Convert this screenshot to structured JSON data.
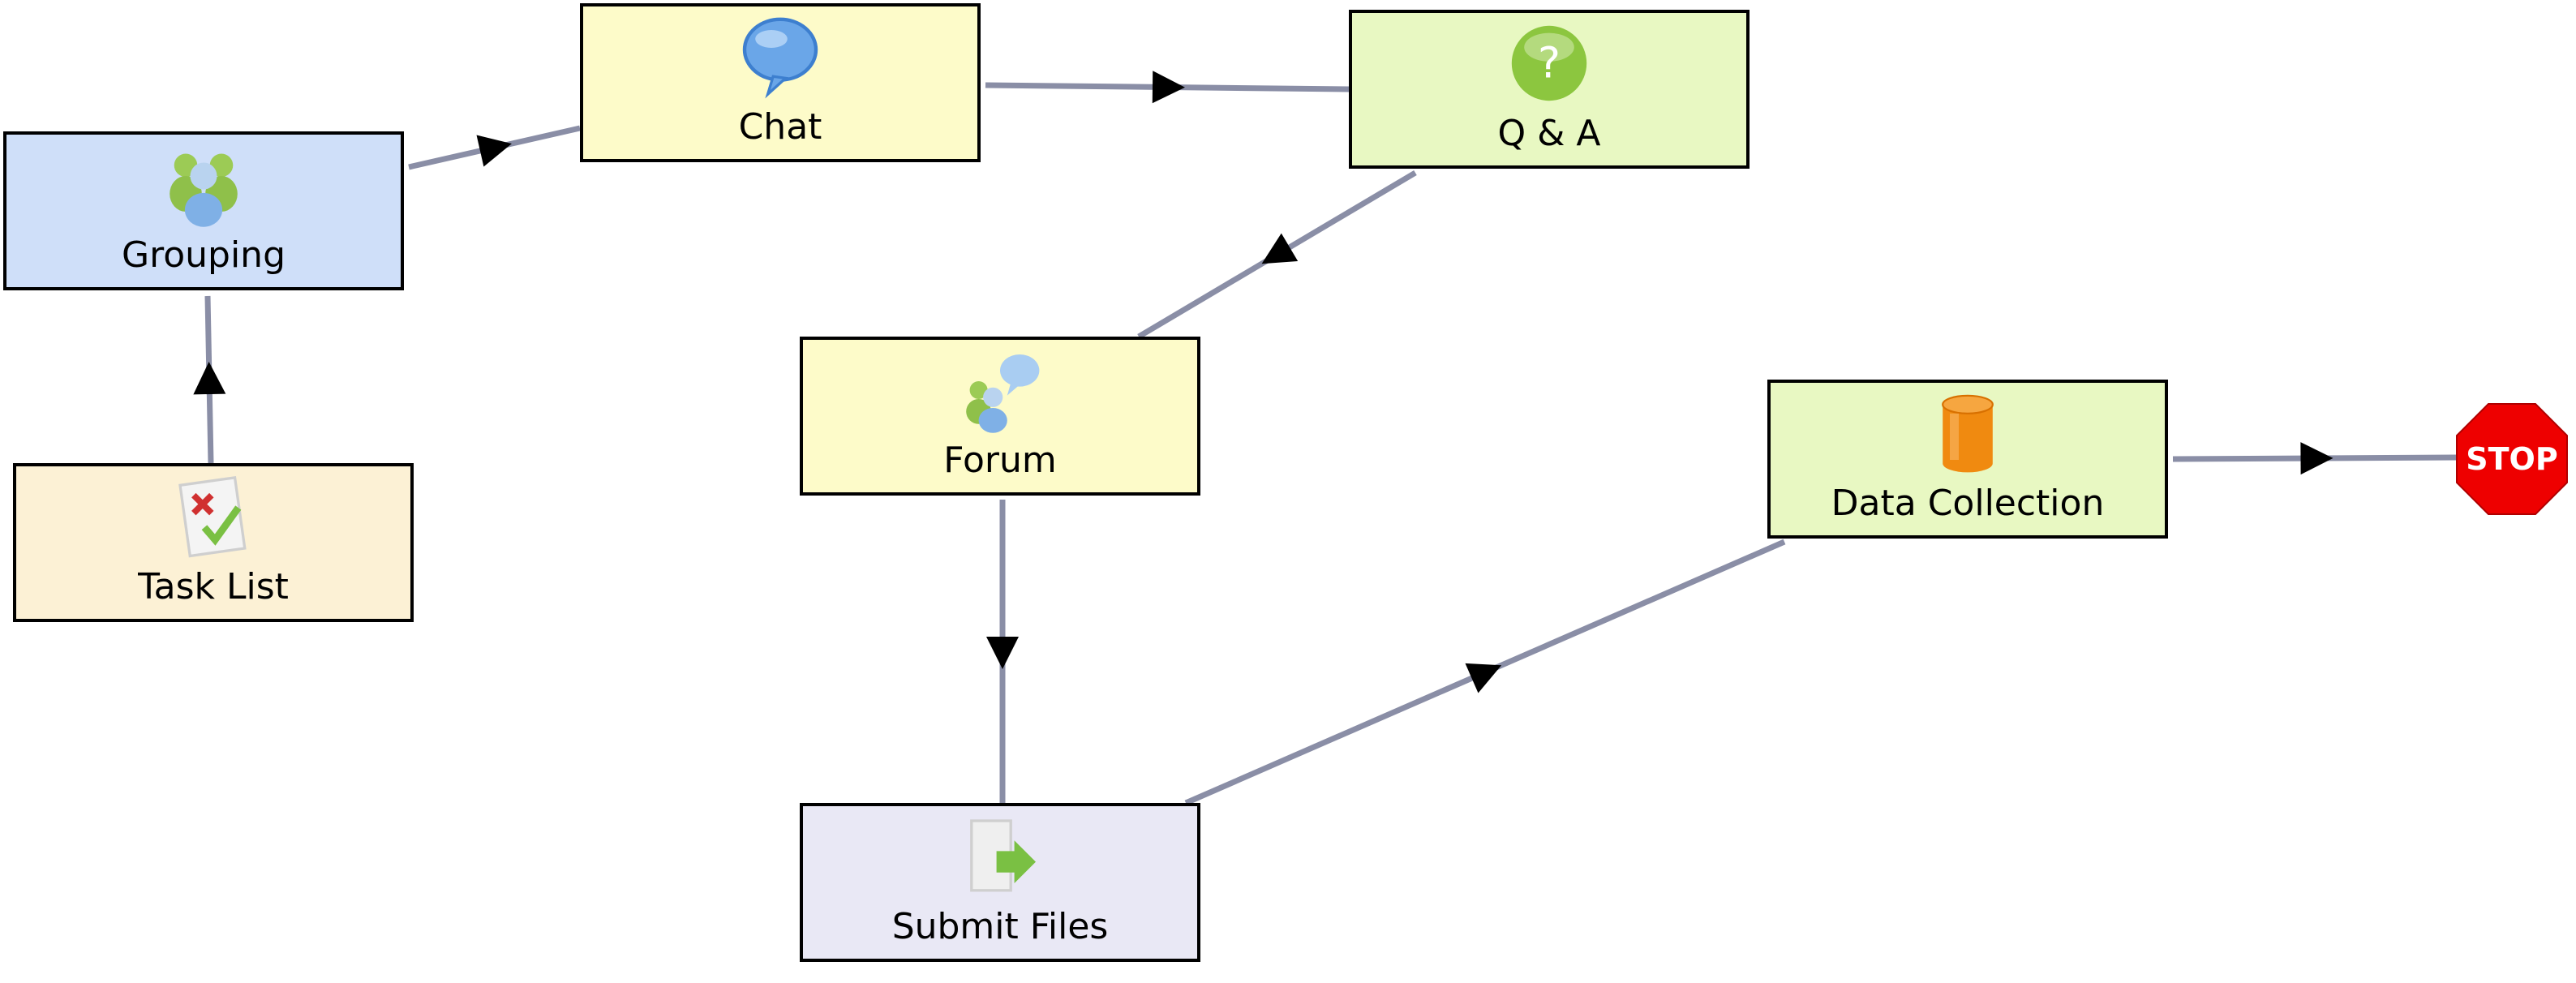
{
  "diagram": {
    "nodes": [
      {
        "id": "grouping",
        "label": "Grouping",
        "icon": "group-icon",
        "color": "#cfdff9"
      },
      {
        "id": "chat",
        "label": "Chat",
        "icon": "chat-bubble-icon",
        "color": "#fdfbc9"
      },
      {
        "id": "qa",
        "label": "Q & A",
        "icon": "question-icon",
        "color": "#e8f8c2"
      },
      {
        "id": "forum",
        "label": "Forum",
        "icon": "forum-icon",
        "color": "#fdfbc9"
      },
      {
        "id": "tasklist",
        "label": "Task List",
        "icon": "task-list-icon",
        "color": "#fcf1d5"
      },
      {
        "id": "datacollection",
        "label": "Data Collection",
        "icon": "database-icon",
        "color": "#e8f8c2"
      },
      {
        "id": "submitfiles",
        "label": "Submit Files",
        "icon": "submit-files-icon",
        "color": "#e9e8f5"
      }
    ],
    "stop": {
      "label": "STOP",
      "color": "#ee0000"
    },
    "edges": [
      {
        "from": "tasklist",
        "to": "grouping"
      },
      {
        "from": "grouping",
        "to": "chat"
      },
      {
        "from": "chat",
        "to": "qa"
      },
      {
        "from": "qa",
        "to": "forum"
      },
      {
        "from": "forum",
        "to": "submitfiles"
      },
      {
        "from": "submitfiles",
        "to": "datacollection"
      },
      {
        "from": "datacollection",
        "to": "stop"
      }
    ],
    "edge_color": "#8a8ea6"
  }
}
